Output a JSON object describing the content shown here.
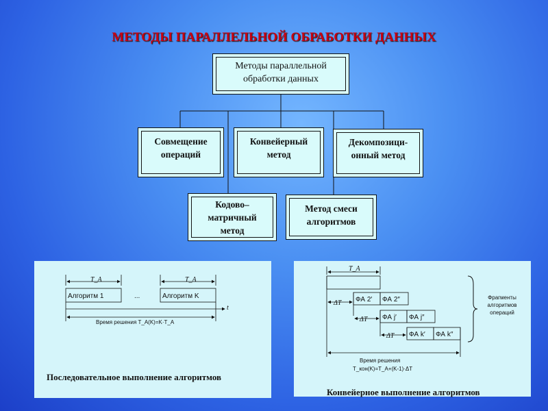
{
  "title": "МЕТОДЫ ПАРАЛЛЕЛЬНОЙ ОБРАБОТКИ ДАННЫХ",
  "tree": {
    "root": "Методы параллельной\nобработки данных",
    "level1": [
      "Совмещение\nопераций",
      "Конвейерный\nметод",
      "Декомпозици-\nонный метод"
    ],
    "level2": [
      "Кодово–\nматричный\nметод",
      "Метод смеси\nалгоритмов"
    ]
  },
  "sequential_panel": {
    "caption": "Последовательное выполнение алгоритмов",
    "period_label": "T_A",
    "box1": "Алгоритм 1",
    "ellipsis": "...",
    "box2": "Алгоритм K",
    "axis_label": "t",
    "time_formula": "Время решения T_A(K)=K·T_A"
  },
  "pipeline_panel": {
    "caption": "Конвейерное выполнение алгоритмов",
    "period_label": "T_A",
    "delta_label": "ΔT",
    "rows": [
      [
        "ФА 2′",
        "ФА 2″"
      ],
      [
        "ФА j′",
        "ФА j″"
      ],
      [
        "ФА k′",
        "ФА k″"
      ]
    ],
    "brace_label": "Фрагменты\nалгоритмов\nопераций",
    "time_label": "Время решения",
    "time_formula": "T_кон(K)=T_A+(K-1)·ΔT"
  }
}
